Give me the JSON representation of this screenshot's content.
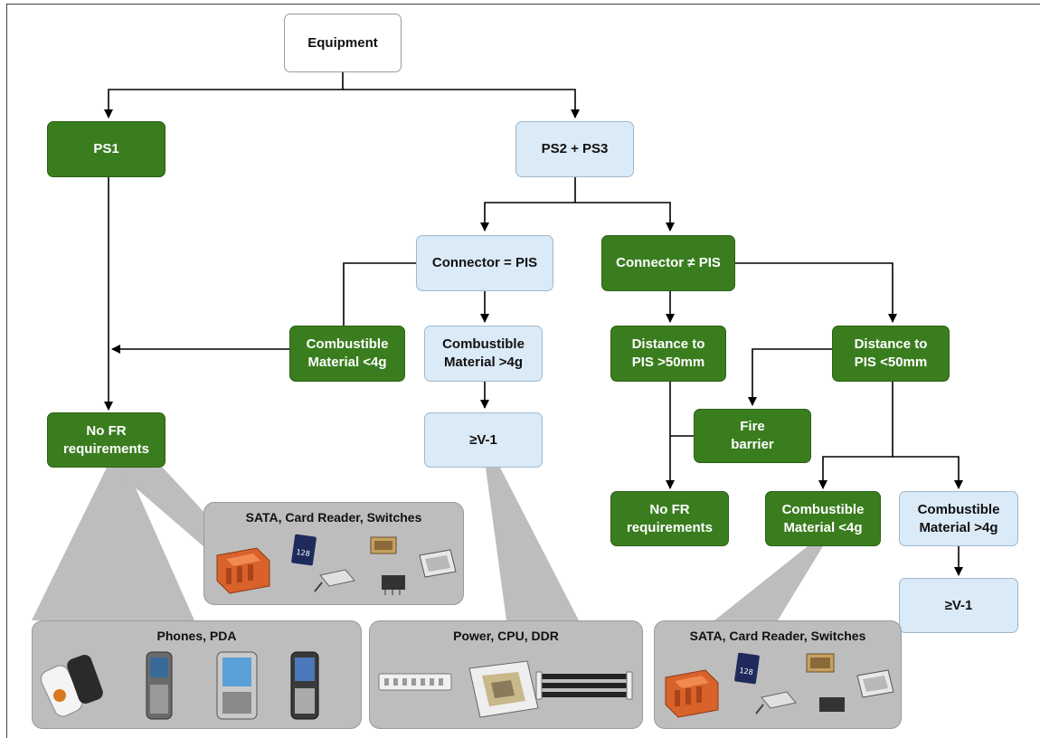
{
  "nodes": {
    "equipment": "Equipment",
    "ps1": "PS1",
    "ps2_ps3": "PS2 + PS3",
    "connector_eq_pis": "Connector = PIS",
    "connector_neq_pis": "Connector ≠ PIS",
    "comb_lt4g_left": "Combustible\nMaterial <4g",
    "comb_gt4g_mid": "Combustible\nMaterial >4g",
    "no_fr_left": "No FR\nrequirements",
    "v1_mid": "≥V-1",
    "dist_gt50": "Distance to\nPIS >50mm",
    "dist_lt50": "Distance to\nPIS <50mm",
    "fire_barrier": "Fire\nbarrier",
    "no_fr_right": "No FR\nrequirements",
    "comb_lt4g_right": "Combustible\nMaterial <4g",
    "comb_gt4g_right": "Combustible\nMaterial >4g",
    "v1_right": "≥V-1"
  },
  "panels": {
    "sata_top": "SATA, Card Reader, Switches",
    "phones": "Phones, PDA",
    "power": "Power, CPU, DDR",
    "sata_bottom": "SATA, Card Reader, Switches"
  },
  "colors": {
    "green": "#3a7d1f",
    "blue": "#dbeaf7",
    "panel_gray": "#bdbdbd",
    "arrow": "#000000"
  },
  "icons": [
    "sata-connector-icon",
    "sd-card-icon",
    "card-slot-icon",
    "switch-icon",
    "phone-icon",
    "pda-icon",
    "cpu-socket-icon",
    "ddr-slot-icon",
    "power-connector-icon"
  ],
  "card_label": "128"
}
